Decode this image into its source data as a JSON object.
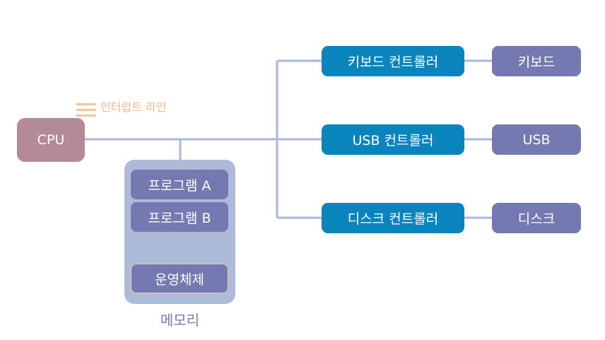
{
  "diagram": {
    "colors": {
      "wire": "#a9b6d8",
      "controller": "#0a84bd",
      "device": "#7479b2",
      "cpu": "#b58a97",
      "memory": "#adbbd9",
      "interrupt": "#f2b98c"
    },
    "cpu": {
      "label": "CPU"
    },
    "interrupt_line": {
      "label": "인터럽트 라인",
      "icon": "interrupt-line-icon"
    },
    "memory": {
      "label": "메모리",
      "programs": [
        "프로그램 A",
        "프로그램 B"
      ],
      "os": "운영체제"
    },
    "controllers": [
      {
        "label": "키보드 컨트롤러",
        "device": "키보드"
      },
      {
        "label": "USB 컨트롤러",
        "device": "USB"
      },
      {
        "label": "디스크 컨트롤러",
        "device": "디스크"
      }
    ]
  }
}
